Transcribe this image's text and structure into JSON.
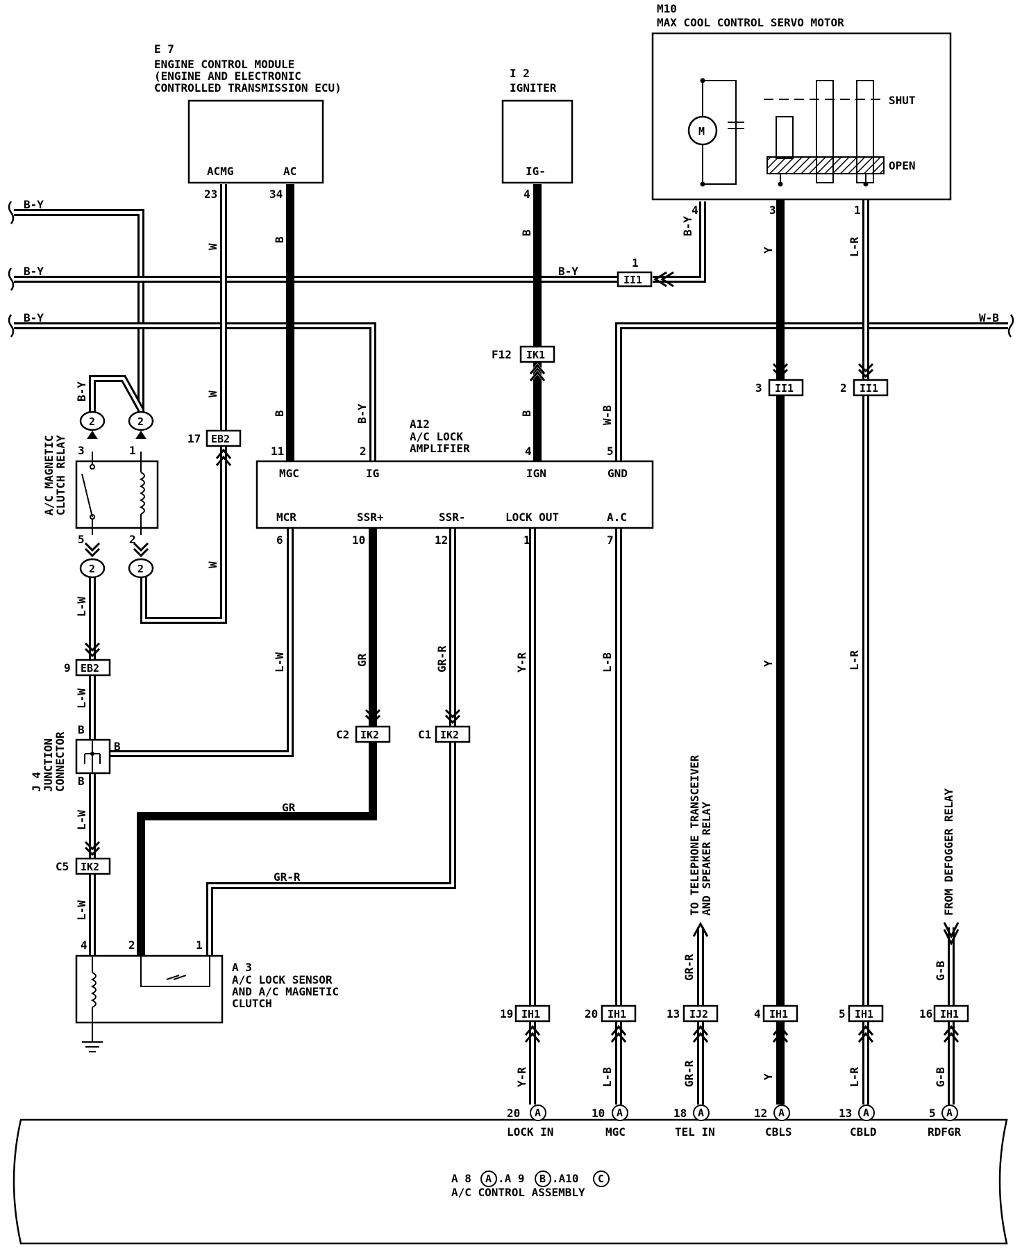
{
  "components": {
    "e7": {
      "id": "E 7",
      "name": "ENGINE CONTROL MODULE",
      "desc1": "(ENGINE AND ELECTRONIC",
      "desc2": " CONTROLLED TRANSMISSION ECU)",
      "pin_acmg": "ACMG",
      "pin_ac": "AC",
      "pin_acmg_no": "23",
      "pin_ac_no": "34"
    },
    "i2": {
      "id": "I 2",
      "name": "IGNITER",
      "pin": "IG-",
      "pin_no": "4"
    },
    "m10": {
      "id": "M10",
      "name": "MAX COOL CONTROL SERVO MOTOR",
      "shut": "SHUT",
      "open": "OPEN",
      "motor": "M",
      "pin4": "4",
      "pin3": "3",
      "pin1": "1"
    },
    "a12": {
      "id": "A12",
      "name1": "A/C LOCK",
      "name2": "AMPLIFIER",
      "top_pins": [
        {
          "label": "MGC",
          "no": "11"
        },
        {
          "label": "IG",
          "no": "2"
        },
        {
          "label": "IGN",
          "no": "4"
        },
        {
          "label": "GND",
          "no": "5"
        }
      ],
      "bottom_pins": [
        {
          "label": "MCR",
          "no": "6"
        },
        {
          "label": "SSR+",
          "no": "10"
        },
        {
          "label": "SSR-",
          "no": "12"
        },
        {
          "label": "LOCK OUT",
          "no": "1"
        },
        {
          "label": "A.C",
          "no": "7"
        }
      ]
    },
    "relay": {
      "name1": "A/C MAGNETIC",
      "name2": "CLUTCH RELAY",
      "pin3": "3",
      "pin1": "1",
      "pin5": "5",
      "pin2": "2",
      "conn": "2"
    },
    "j4": {
      "id": "J 4",
      "name1": "JUNCTION",
      "name2": "CONNECTOR",
      "b_left_top": "B",
      "b_left_bot": "B",
      "b_right": "B"
    },
    "a3": {
      "id": "A 3",
      "name1": "A/C LOCK SENSOR",
      "name2": "AND A/C MAGNETIC",
      "name3": "CLUTCH",
      "pin4": "4",
      "pin2": "2",
      "pin1": "1"
    },
    "control": {
      "line1_a": "A 8",
      "a": "A",
      "line1_b": ".A 9",
      "b": "B",
      "line1_c": ".A10",
      "c": "C",
      "line2": "A/C CONTROL ASSEMBLY"
    }
  },
  "wires": {
    "by": "B-Y",
    "wb": "W-B",
    "w": "W",
    "b": "B",
    "y": "Y",
    "lr": "L-R",
    "lw": "L-W",
    "gr": "GR",
    "grr": "GR-R",
    "yr": "Y-R",
    "lb": "L-B",
    "gb": "G-B"
  },
  "connectors": {
    "ii1": "II1",
    "ik1": "IK1",
    "eb2": "EB2",
    "ik2": "IK2",
    "ih1": "IH1",
    "ij2": "IJ2",
    "n1": "1",
    "n3": "3",
    "n2": "2",
    "f12": "F12",
    "n17": "17",
    "n9": "9",
    "c5": "C5",
    "c2": "C2",
    "c1": "C1",
    "n19": "19",
    "n20": "20",
    "n13": "13",
    "n4": "4",
    "n5": "5",
    "n16": "16"
  },
  "bottom_terminals": [
    {
      "no": "20",
      "circ": "A",
      "label": "LOCK IN"
    },
    {
      "no": "10",
      "circ": "A",
      "label": "MGC"
    },
    {
      "no": "18",
      "circ": "A",
      "label": "TEL IN"
    },
    {
      "no": "12",
      "circ": "A",
      "label": "CBLS"
    },
    {
      "no": "13",
      "circ": "A",
      "label": "CBLD"
    },
    {
      "no": "5",
      "circ": "A",
      "label": "RDFGR"
    }
  ],
  "notes": {
    "tel1": "TO TELEPHONE TRANSCEIVER",
    "tel2": "AND SPEAKER RELAY",
    "defog": "FROM DEFOGGER RELAY"
  }
}
